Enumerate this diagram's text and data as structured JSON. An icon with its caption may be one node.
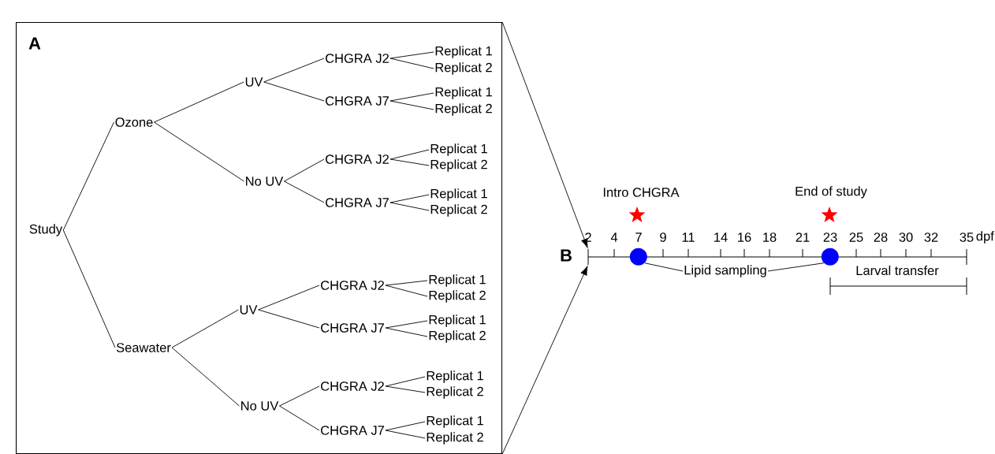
{
  "diagram": {
    "nodes": [
      {
        "text": [
          "A"
        ]
      },
      {
        "text": [
          "Study"
        ],
        "in": 0
      },
      {
        "text": [
          "Ozone"
        ],
        "in": 0
      },
      {
        "text": [
          "UV"
        ],
        "in": 0
      },
      {
        "text": [
          "CHGRA J2"
        ],
        "in": 0
      },
      {
        "text": [
          "Replicat 1"
        ],
        "in": 0
      },
      {
        "text": [
          "Replicat 2"
        ],
        "in": 0
      },
      {
        "text": [
          "CHGRA J7"
        ],
        "in": 0
      },
      {
        "text": [
          "Replicat 1"
        ],
        "in": 0
      },
      {
        "text": [
          "Replicat 2"
        ],
        "in": 0
      },
      {
        "text": [
          "No UV"
        ],
        "in": 0
      },
      {
        "text": [
          "CHGRA J2"
        ],
        "in": 0
      },
      {
        "text": [
          "Replicat 1"
        ],
        "in": 0
      },
      {
        "text": [
          "Replicat 2"
        ],
        "in": 0
      },
      {
        "text": [
          "CHGRA J7"
        ],
        "in": 0
      },
      {
        "text": [
          "Replicat 1"
        ],
        "in": 0
      },
      {
        "text": [
          "Replicat 2"
        ],
        "in": 0
      },
      {
        "text": [
          "Seawater"
        ],
        "in": 0
      },
      {
        "text": [
          "UV"
        ],
        "in": 0
      },
      {
        "text": [
          "CHGRA J2"
        ],
        "in": 0
      },
      {
        "text": [
          "Replicat 1"
        ],
        "in": 0
      },
      {
        "text": [
          "Replicat 2"
        ],
        "in": 0
      },
      {
        "text": [
          "CHGRA J7"
        ],
        "in": 0
      },
      {
        "text": [
          "Replicat 1"
        ],
        "in": 0
      },
      {
        "text": [
          "Replicat 2"
        ],
        "in": 0
      },
      {
        "text": [
          "No UV"
        ],
        "in": 0
      },
      {
        "text": [
          "CHGRA J2"
        ],
        "in": 0
      },
      {
        "text": [
          "Replicat 1"
        ],
        "in": 0
      },
      {
        "text": [
          "Replicat 2"
        ],
        "in": 0
      },
      {
        "text": [
          "CHGRA J7"
        ],
        "in": 0
      },
      {
        "text": [
          "Replicat 1"
        ],
        "in": 0
      },
      {
        "text": [
          "Replicat 2"
        ],
        "in": 0
      },
      {
        "text": [],
        "shape": "bar"
      },
      {
        "text": [],
        "shape": "circle",
        "in": 32
      },
      {
        "text": [],
        "shape": "circle",
        "in": 32
      },
      {
        "text": [
          "Lipid sampling"
        ]
      }
    ],
    "edges": [
      {
        "from": 1,
        "to": 2,
        "arrow": "none"
      },
      {
        "from": 1,
        "to": 17,
        "arrow": "none"
      },
      {
        "from": 2,
        "to": 3,
        "arrow": "none"
      },
      {
        "from": 2,
        "to": 10,
        "arrow": "none"
      },
      {
        "from": 3,
        "to": 4,
        "arrow": "none"
      },
      {
        "from": 3,
        "to": 7,
        "arrow": "none"
      },
      {
        "from": 4,
        "to": 5,
        "arrow": "none"
      },
      {
        "from": 4,
        "to": 6,
        "arrow": "none"
      },
      {
        "from": 7,
        "to": 8,
        "arrow": "none"
      },
      {
        "from": 7,
        "to": 9,
        "arrow": "none"
      },
      {
        "from": 10,
        "to": 11,
        "arrow": "none"
      },
      {
        "from": 10,
        "to": 14,
        "arrow": "none"
      },
      {
        "from": 11,
        "to": 12,
        "arrow": "none"
      },
      {
        "from": 11,
        "to": 13,
        "arrow": "none"
      },
      {
        "from": 14,
        "to": 15,
        "arrow": "none"
      },
      {
        "from": 14,
        "to": 16,
        "arrow": "none"
      },
      {
        "from": 17,
        "to": 18,
        "arrow": "none"
      },
      {
        "from": 17,
        "to": 25,
        "arrow": "none"
      },
      {
        "from": 18,
        "to": 19,
        "arrow": "none"
      },
      {
        "from": 18,
        "to": 22,
        "arrow": "none"
      },
      {
        "from": 19,
        "to": 20,
        "arrow": "none"
      },
      {
        "from": 19,
        "to": 21,
        "arrow": "none"
      },
      {
        "from": 22,
        "to": 23,
        "arrow": "none"
      },
      {
        "from": 22,
        "to": 24,
        "arrow": "none"
      },
      {
        "from": 25,
        "to": 26,
        "arrow": "none"
      },
      {
        "from": 25,
        "to": 29,
        "arrow": "none"
      },
      {
        "from": 26,
        "to": 27,
        "arrow": "none"
      },
      {
        "from": 26,
        "to": 28,
        "arrow": "none"
      },
      {
        "from": 29,
        "to": 30,
        "arrow": "none"
      },
      {
        "from": 29,
        "to": 31,
        "arrow": "none"
      },
      {
        "from": 0,
        "to": 32,
        "arrow": "to"
      },
      {
        "from": 0,
        "to": 32,
        "arrow": "to"
      },
      {
        "from": 35,
        "to": 33,
        "arrow": "none"
      },
      {
        "from": 35,
        "to": 34,
        "arrow": "none"
      }
    ],
    "labels": [
      "Intro CHGRA",
      "End of study",
      "2",
      "4",
      "7",
      "9",
      "11",
      "14",
      "16",
      "18",
      "21",
      "23",
      "25",
      "28",
      "30",
      "32",
      "35",
      "dpf",
      "B",
      "Larval transfer"
    ]
  }
}
